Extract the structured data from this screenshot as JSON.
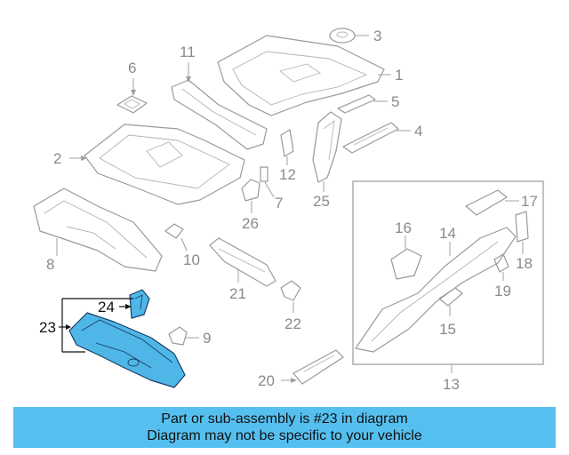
{
  "callouts": {
    "c1": "1",
    "c2": "2",
    "c3": "3",
    "c4": "4",
    "c5": "5",
    "c6": "6",
    "c7": "7",
    "c8": "8",
    "c9": "9",
    "c10": "10",
    "c11": "11",
    "c12": "12",
    "c13": "13",
    "c14": "14",
    "c15": "15",
    "c16": "16",
    "c17": "17",
    "c18": "18",
    "c19": "19",
    "c20": "20",
    "c21": "21",
    "c22": "22",
    "c23": "23",
    "c24": "24",
    "c25": "25",
    "c26": "26"
  },
  "highlight": {
    "part_number": "23",
    "sub_part_number": "24",
    "fill_color": "#4fb6e8",
    "outline_color": "#1b3f66"
  },
  "banner": {
    "line1": "Part or sub-assembly is #23 in diagram",
    "line2": "Diagram may not be specific to your vehicle",
    "background": "#55c0f0"
  }
}
